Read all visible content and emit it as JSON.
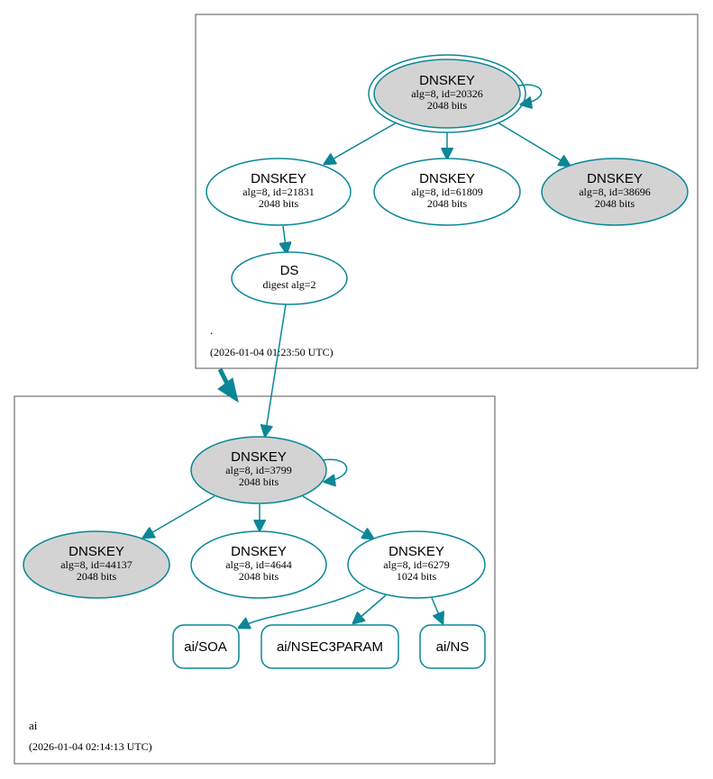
{
  "colors": {
    "edge": "#0a8797",
    "node_fill_ksk": "#d3d3d3",
    "node_fill_plain": "#ffffff",
    "box_border": "#555555"
  },
  "zones": {
    "root": {
      "name": ".",
      "timestamp": "(2026-01-04 01:23:50 UTC)"
    },
    "ai": {
      "name": "ai",
      "timestamp": "(2026-01-04 02:14:13 UTC)"
    }
  },
  "nodes": {
    "root_ksk": {
      "title": "DNSKEY",
      "line1": "alg=8, id=20326",
      "line2": "2048 bits"
    },
    "root_k21831": {
      "title": "DNSKEY",
      "line1": "alg=8, id=21831",
      "line2": "2048 bits"
    },
    "root_k61809": {
      "title": "DNSKEY",
      "line1": "alg=8, id=61809",
      "line2": "2048 bits"
    },
    "root_k38696": {
      "title": "DNSKEY",
      "line1": "alg=8, id=38696",
      "line2": "2048 bits"
    },
    "ds": {
      "title": "DS",
      "line1": "digest alg=2"
    },
    "ai_ksk": {
      "title": "DNSKEY",
      "line1": "alg=8, id=3799",
      "line2": "2048 bits"
    },
    "ai_k44137": {
      "title": "DNSKEY",
      "line1": "alg=8, id=44137",
      "line2": "2048 bits"
    },
    "ai_k4644": {
      "title": "DNSKEY",
      "line1": "alg=8, id=4644",
      "line2": "2048 bits"
    },
    "ai_k6279": {
      "title": "DNSKEY",
      "line1": "alg=8, id=6279",
      "line2": "1024 bits"
    },
    "ai_soa": {
      "title": "ai/SOA"
    },
    "ai_nsec3param": {
      "title": "ai/NSEC3PARAM"
    },
    "ai_ns": {
      "title": "ai/NS"
    }
  }
}
